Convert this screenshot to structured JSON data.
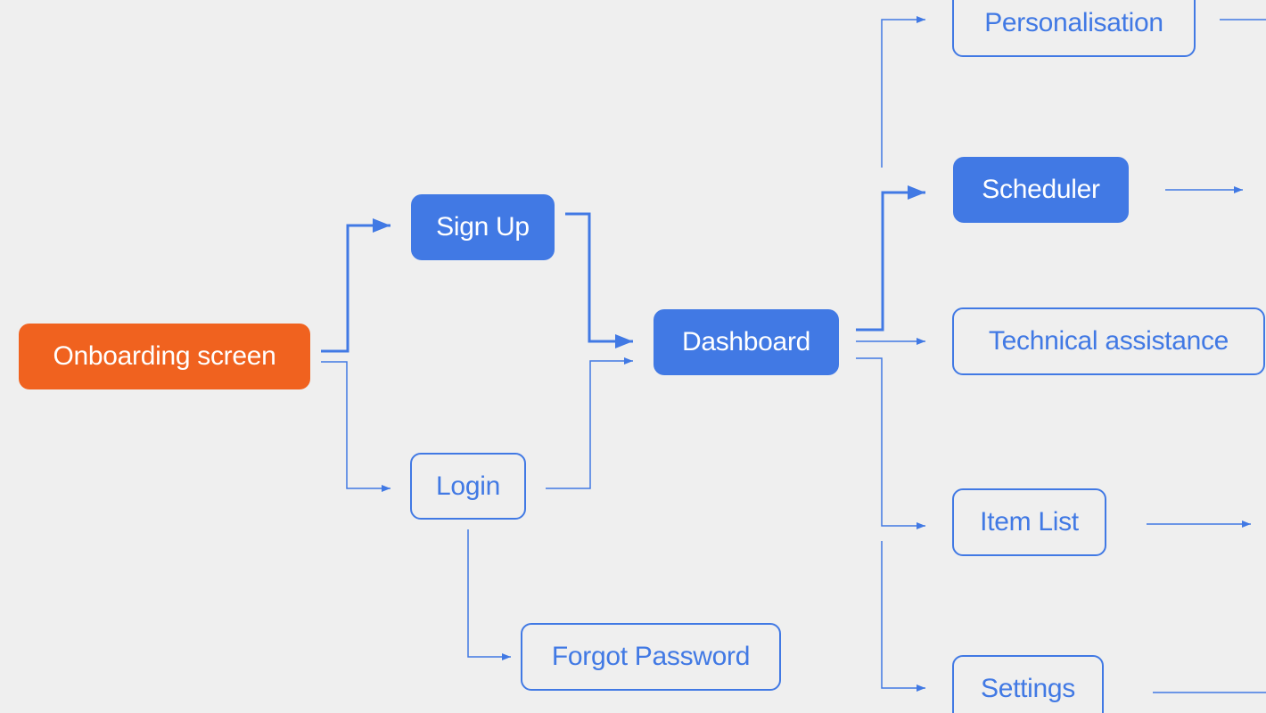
{
  "colors": {
    "background": "#efefef",
    "primary": "#4179e4",
    "accent": "#f0621f",
    "text_on_fill": "#ffffff"
  },
  "nodes": {
    "onboarding": {
      "label": "Onboarding screen",
      "style": "accent"
    },
    "signup": {
      "label": "Sign Up",
      "style": "filled"
    },
    "login": {
      "label": "Login",
      "style": "outline"
    },
    "forgot_password": {
      "label": "Forgot Password",
      "style": "outline"
    },
    "dashboard": {
      "label": "Dashboard",
      "style": "filled"
    },
    "personalisation": {
      "label": "Personalisation",
      "style": "outline"
    },
    "scheduler": {
      "label": "Scheduler",
      "style": "filled"
    },
    "technical_assistance": {
      "label": "Technical assistance",
      "style": "outline"
    },
    "item_list": {
      "label": "Item List",
      "style": "outline"
    },
    "settings": {
      "label": "Settings",
      "style": "outline"
    }
  }
}
